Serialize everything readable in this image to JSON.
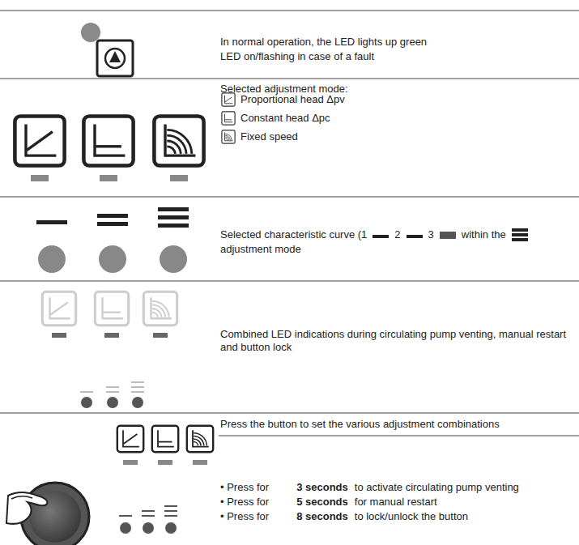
{
  "diagram": {
    "labels": [
      "In normal operation, the LED lights up green",
      "LED on/flashing in case of a fault",
      "Selected adjustment mode:",
      "Proportional head Δpv",
      "Constant head Δpc",
      "Fixed speed",
      "Selected characteristic curve (1",
      "2",
      "3",
      "within the",
      "adjustment mode",
      "Combined LED indications during circulating pump venting, manual restart and button lock",
      "Press the button to set the various adjustment combinations",
      "• Press for",
      "3 seconds",
      "to activate circulating pump venting",
      "• Press for",
      "5 seconds",
      "for manual restart",
      "• Press for",
      "8 seconds",
      "to lock/unlock the button"
    ]
  }
}
